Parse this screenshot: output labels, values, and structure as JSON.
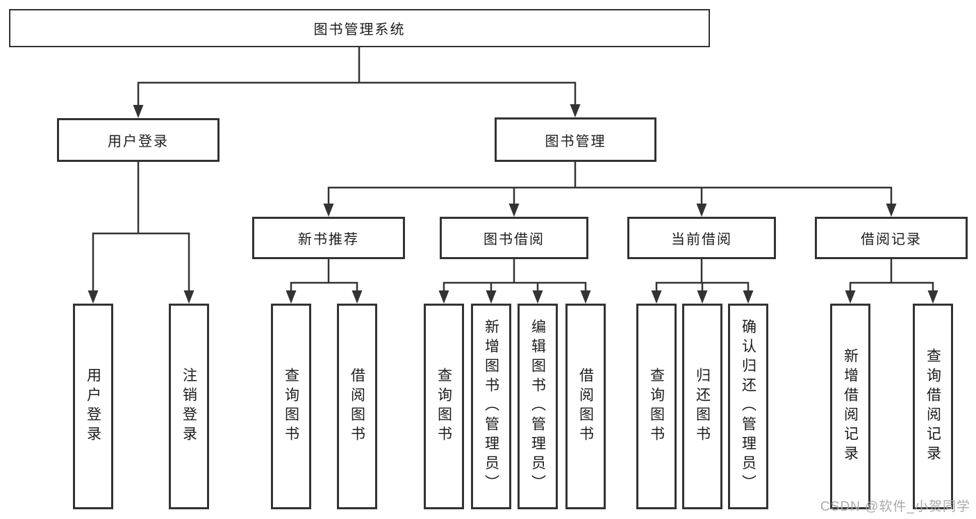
{
  "diagram": {
    "title": "图书管理系统",
    "level2": {
      "user_login": "用户登录",
      "book_mgmt": "图书管理"
    },
    "level3": {
      "new_books": "新书推荐",
      "book_borrow": "图书借阅",
      "current_borrow": "当前借阅",
      "borrow_records": "借阅记录"
    },
    "leaves": {
      "user_login": [
        "用户登录",
        "注销登录"
      ],
      "new_books": [
        "查询图书",
        "借阅图书"
      ],
      "book_borrow": [
        "查询图书",
        "新增图书（管理员）",
        "编辑图书（管理员）",
        "借阅图书"
      ],
      "current_borrow": [
        "查询图书",
        "归还图书",
        "确认归还（管理员）"
      ],
      "borrow_records": [
        "新增借阅记录",
        "查询借阅记录"
      ]
    },
    "colors": {
      "line": "#333333",
      "text": "#1c1c1c",
      "box_background": "#ffffff",
      "watermark": "#aaaaaa"
    }
  },
  "watermark": {
    "text": "CSDN @软件_小贺同学"
  }
}
